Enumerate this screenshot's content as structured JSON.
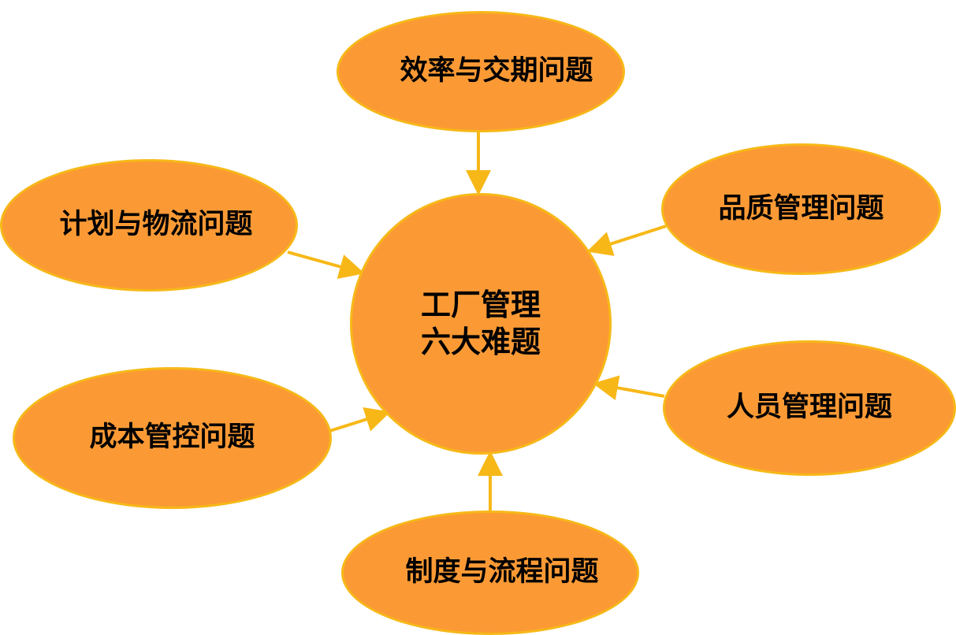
{
  "diagram": {
    "center": {
      "line1": "工厂管理",
      "line2": "六大难题"
    },
    "nodes": [
      {
        "id": "efficiency",
        "label": "效率与交期问题"
      },
      {
        "id": "quality",
        "label": "品质管理问题"
      },
      {
        "id": "personnel",
        "label": "人员管理问题"
      },
      {
        "id": "system",
        "label": "制度与流程问题"
      },
      {
        "id": "cost",
        "label": "成本管控问题"
      },
      {
        "id": "planning",
        "label": "计划与物流问题"
      }
    ],
    "colors": {
      "fill": "#fb9a35",
      "border": "#f7b817",
      "arrow": "#f7b817",
      "text": "#000000"
    }
  }
}
